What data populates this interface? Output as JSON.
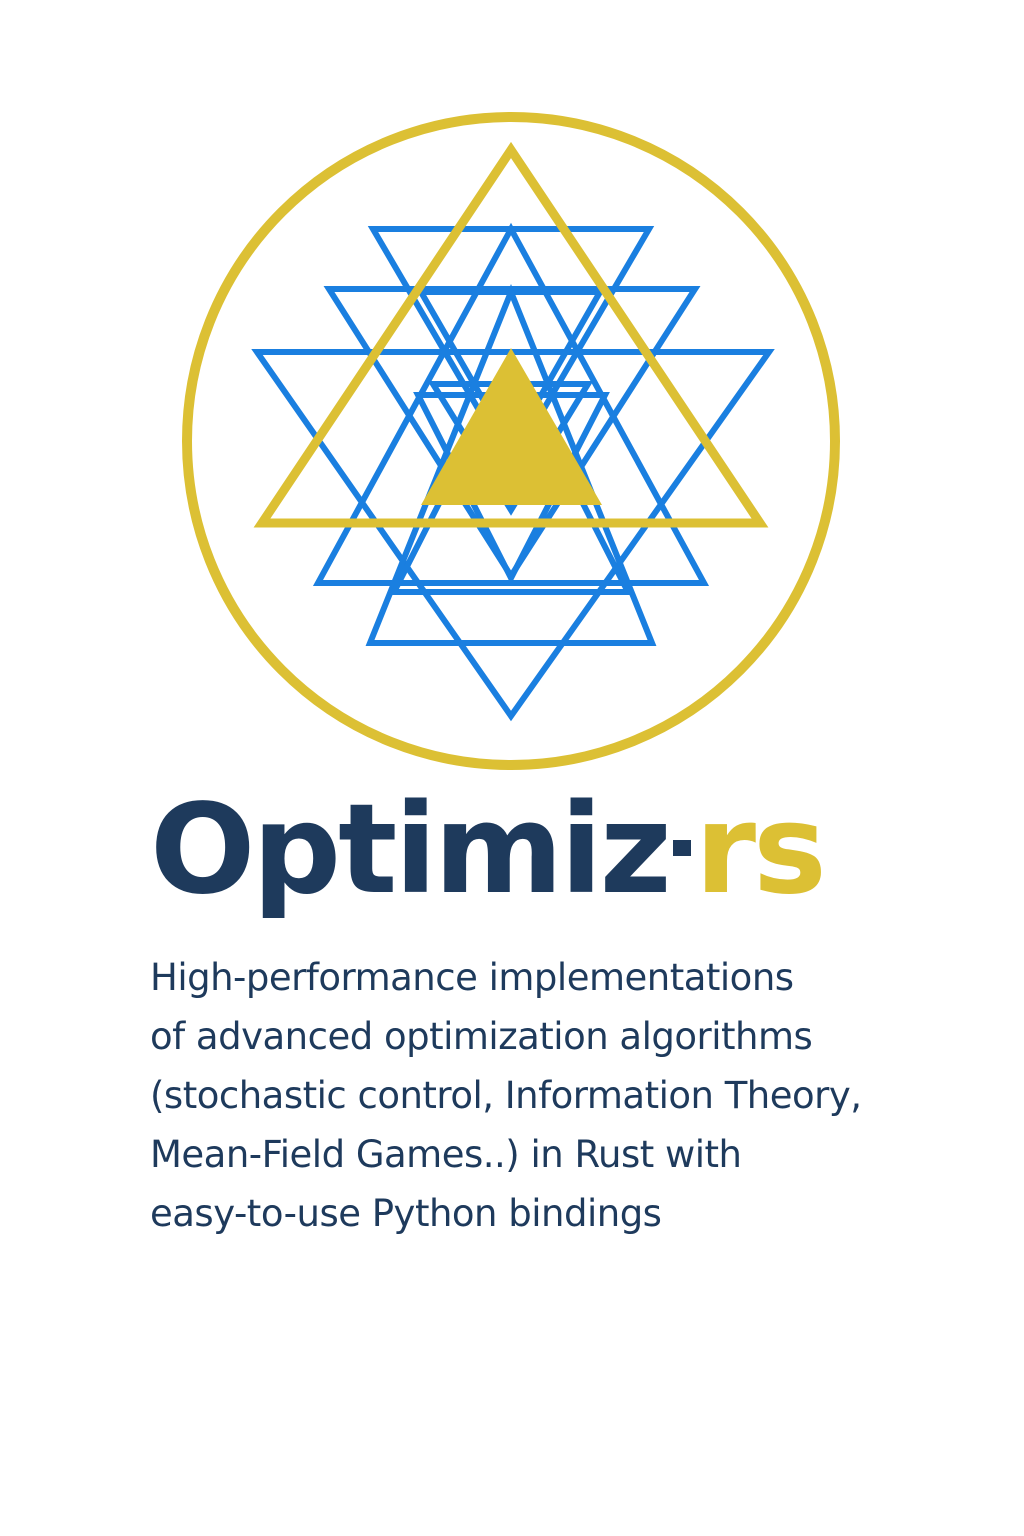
{
  "brand": {
    "name_main": "Optimiz",
    "name_suffix": "rs"
  },
  "tagline": {
    "lines": [
      "High-performance implementations",
      "of advanced optimization algorithms",
      "(stochastic control, Information Theory,",
      "Mean-Field Games..) in Rust with",
      "easy-to-use Python bindings"
    ]
  },
  "colors": {
    "gold": "#dcc034",
    "blue": "#1a7fe0",
    "navy": "#1e3a5c"
  }
}
